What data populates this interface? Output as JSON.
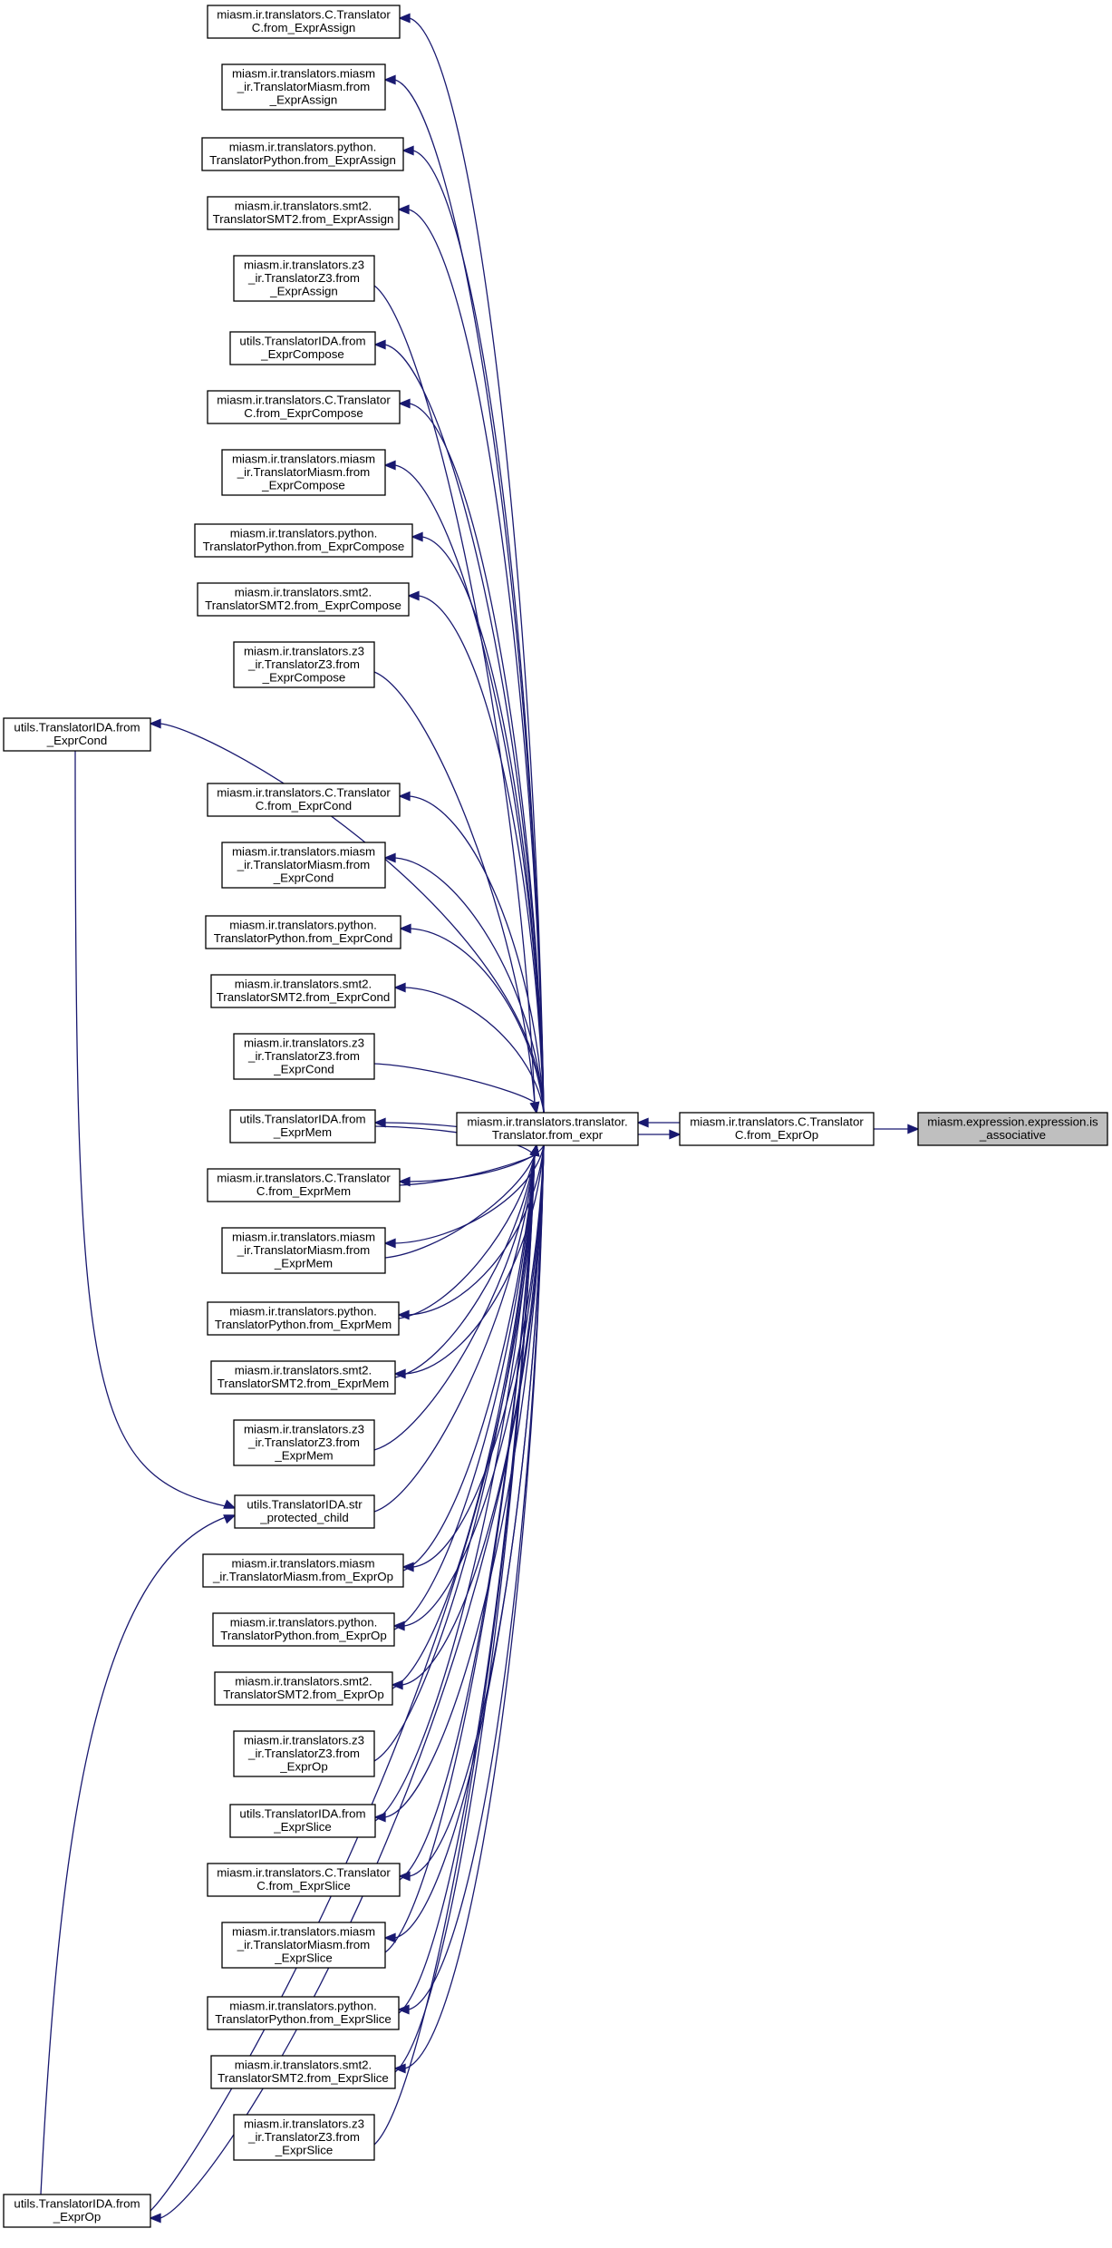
{
  "colors": {
    "edge": "#191970",
    "node_border": "#000000",
    "highlight_fill": "#bfbfbf",
    "background": "#ffffff"
  },
  "nodes": [
    {
      "id": "is_assoc",
      "lines": [
        "miasm.expression.expression.is",
        "_associative"
      ],
      "highlight": true
    },
    {
      "id": "c_op",
      "lines": [
        "miasm.ir.translators.C.Translator",
        "C.from_ExprOp"
      ]
    },
    {
      "id": "t_expr",
      "lines": [
        "miasm.ir.translators.translator.",
        "Translator.from_expr"
      ]
    },
    {
      "id": "c_assign",
      "lines": [
        "miasm.ir.translators.C.Translator",
        "C.from_ExprAssign"
      ]
    },
    {
      "id": "m_assign",
      "lines": [
        "miasm.ir.translators.miasm",
        "_ir.TranslatorMiasm.from",
        "_ExprAssign"
      ]
    },
    {
      "id": "p_assign",
      "lines": [
        "miasm.ir.translators.python.",
        "TranslatorPython.from_ExprAssign"
      ]
    },
    {
      "id": "s_assign",
      "lines": [
        "miasm.ir.translators.smt2.",
        "TranslatorSMT2.from_ExprAssign"
      ]
    },
    {
      "id": "z_assign",
      "lines": [
        "miasm.ir.translators.z3",
        "_ir.TranslatorZ3.from",
        "_ExprAssign"
      ]
    },
    {
      "id": "u_compose",
      "lines": [
        "utils.TranslatorIDA.from",
        "_ExprCompose"
      ]
    },
    {
      "id": "c_compose",
      "lines": [
        "miasm.ir.translators.C.Translator",
        "C.from_ExprCompose"
      ]
    },
    {
      "id": "m_compose",
      "lines": [
        "miasm.ir.translators.miasm",
        "_ir.TranslatorMiasm.from",
        "_ExprCompose"
      ]
    },
    {
      "id": "p_compose",
      "lines": [
        "miasm.ir.translators.python.",
        "TranslatorPython.from_ExprCompose"
      ]
    },
    {
      "id": "s_compose",
      "lines": [
        "miasm.ir.translators.smt2.",
        "TranslatorSMT2.from_ExprCompose"
      ]
    },
    {
      "id": "z_compose",
      "lines": [
        "miasm.ir.translators.z3",
        "_ir.TranslatorZ3.from",
        "_ExprCompose"
      ]
    },
    {
      "id": "u_cond",
      "lines": [
        "utils.TranslatorIDA.from",
        "_ExprCond"
      ]
    },
    {
      "id": "c_cond",
      "lines": [
        "miasm.ir.translators.C.Translator",
        "C.from_ExprCond"
      ]
    },
    {
      "id": "m_cond",
      "lines": [
        "miasm.ir.translators.miasm",
        "_ir.TranslatorMiasm.from",
        "_ExprCond"
      ]
    },
    {
      "id": "p_cond",
      "lines": [
        "miasm.ir.translators.python.",
        "TranslatorPython.from_ExprCond"
      ]
    },
    {
      "id": "s_cond",
      "lines": [
        "miasm.ir.translators.smt2.",
        "TranslatorSMT2.from_ExprCond"
      ]
    },
    {
      "id": "z_cond",
      "lines": [
        "miasm.ir.translators.z3",
        "_ir.TranslatorZ3.from",
        "_ExprCond"
      ]
    },
    {
      "id": "u_mem",
      "lines": [
        "utils.TranslatorIDA.from",
        "_ExprMem"
      ]
    },
    {
      "id": "c_mem",
      "lines": [
        "miasm.ir.translators.C.Translator",
        "C.from_ExprMem"
      ]
    },
    {
      "id": "m_mem",
      "lines": [
        "miasm.ir.translators.miasm",
        "_ir.TranslatorMiasm.from",
        "_ExprMem"
      ]
    },
    {
      "id": "p_mem",
      "lines": [
        "miasm.ir.translators.python.",
        "TranslatorPython.from_ExprMem"
      ]
    },
    {
      "id": "s_mem",
      "lines": [
        "miasm.ir.translators.smt2.",
        "TranslatorSMT2.from_ExprMem"
      ]
    },
    {
      "id": "z_mem",
      "lines": [
        "miasm.ir.translators.z3",
        "_ir.TranslatorZ3.from",
        "_ExprMem"
      ]
    },
    {
      "id": "u_str",
      "lines": [
        "utils.TranslatorIDA.str",
        "_protected_child"
      ]
    },
    {
      "id": "m_op",
      "lines": [
        "miasm.ir.translators.miasm",
        "_ir.TranslatorMiasm.from_ExprOp"
      ]
    },
    {
      "id": "p_op",
      "lines": [
        "miasm.ir.translators.python.",
        "TranslatorPython.from_ExprOp"
      ]
    },
    {
      "id": "s_op",
      "lines": [
        "miasm.ir.translators.smt2.",
        "TranslatorSMT2.from_ExprOp"
      ]
    },
    {
      "id": "z_op",
      "lines": [
        "miasm.ir.translators.z3",
        "_ir.TranslatorZ3.from",
        "_ExprOp"
      ]
    },
    {
      "id": "u_slice",
      "lines": [
        "utils.TranslatorIDA.from",
        "_ExprSlice"
      ]
    },
    {
      "id": "c_slice",
      "lines": [
        "miasm.ir.translators.C.Translator",
        "C.from_ExprSlice"
      ]
    },
    {
      "id": "m_slice",
      "lines": [
        "miasm.ir.translators.miasm",
        "_ir.TranslatorMiasm.from",
        "_ExprSlice"
      ]
    },
    {
      "id": "p_slice",
      "lines": [
        "miasm.ir.translators.python.",
        "TranslatorPython.from_ExprSlice"
      ]
    },
    {
      "id": "s_slice",
      "lines": [
        "miasm.ir.translators.smt2.",
        "TranslatorSMT2.from_ExprSlice"
      ]
    },
    {
      "id": "z_slice",
      "lines": [
        "miasm.ir.translators.z3",
        "_ir.TranslatorZ3.from",
        "_ExprSlice"
      ]
    },
    {
      "id": "u_op",
      "lines": [
        "utils.TranslatorIDA.from",
        "_ExprOp"
      ]
    }
  ],
  "edges": [
    {
      "from": "c_op",
      "to": "is_assoc"
    },
    {
      "from": "t_expr",
      "to": "c_op"
    },
    {
      "from": "c_op",
      "to": "t_expr"
    },
    {
      "from": "t_expr",
      "to": "c_assign"
    },
    {
      "from": "t_expr",
      "to": "m_assign"
    },
    {
      "from": "t_expr",
      "to": "p_assign"
    },
    {
      "from": "t_expr",
      "to": "s_assign"
    },
    {
      "from": "z_assign",
      "to": "t_expr"
    },
    {
      "from": "t_expr",
      "to": "u_compose"
    },
    {
      "from": "t_expr",
      "to": "c_compose"
    },
    {
      "from": "t_expr",
      "to": "m_compose"
    },
    {
      "from": "t_expr",
      "to": "p_compose"
    },
    {
      "from": "t_expr",
      "to": "s_compose"
    },
    {
      "from": "z_compose",
      "to": "t_expr"
    },
    {
      "from": "t_expr",
      "to": "u_cond"
    },
    {
      "from": "t_expr",
      "to": "c_cond"
    },
    {
      "from": "t_expr",
      "to": "m_cond"
    },
    {
      "from": "t_expr",
      "to": "p_cond"
    },
    {
      "from": "t_expr",
      "to": "s_cond"
    },
    {
      "from": "z_cond",
      "to": "t_expr"
    },
    {
      "from": "t_expr",
      "to": "u_mem"
    },
    {
      "from": "u_mem",
      "to": "t_expr"
    },
    {
      "from": "t_expr",
      "to": "c_mem"
    },
    {
      "from": "c_mem",
      "to": "t_expr"
    },
    {
      "from": "t_expr",
      "to": "m_mem"
    },
    {
      "from": "m_mem",
      "to": "t_expr"
    },
    {
      "from": "t_expr",
      "to": "p_mem"
    },
    {
      "from": "p_mem",
      "to": "t_expr"
    },
    {
      "from": "t_expr",
      "to": "s_mem"
    },
    {
      "from": "s_mem",
      "to": "t_expr"
    },
    {
      "from": "z_mem",
      "to": "t_expr"
    },
    {
      "from": "u_cond",
      "to": "u_str"
    },
    {
      "from": "u_op",
      "to": "u_str"
    },
    {
      "from": "u_str",
      "to": "t_expr"
    },
    {
      "from": "t_expr",
      "to": "m_op"
    },
    {
      "from": "m_op",
      "to": "t_expr"
    },
    {
      "from": "t_expr",
      "to": "p_op"
    },
    {
      "from": "p_op",
      "to": "t_expr"
    },
    {
      "from": "t_expr",
      "to": "s_op"
    },
    {
      "from": "s_op",
      "to": "t_expr"
    },
    {
      "from": "z_op",
      "to": "t_expr"
    },
    {
      "from": "t_expr",
      "to": "u_slice"
    },
    {
      "from": "u_slice",
      "to": "t_expr"
    },
    {
      "from": "t_expr",
      "to": "c_slice"
    },
    {
      "from": "c_slice",
      "to": "t_expr"
    },
    {
      "from": "t_expr",
      "to": "m_slice"
    },
    {
      "from": "m_slice",
      "to": "t_expr"
    },
    {
      "from": "t_expr",
      "to": "p_slice"
    },
    {
      "from": "p_slice",
      "to": "t_expr"
    },
    {
      "from": "t_expr",
      "to": "s_slice"
    },
    {
      "from": "s_slice",
      "to": "t_expr"
    },
    {
      "from": "z_slice",
      "to": "t_expr"
    },
    {
      "from": "t_expr",
      "to": "u_op"
    },
    {
      "from": "u_op",
      "to": "t_expr"
    }
  ]
}
